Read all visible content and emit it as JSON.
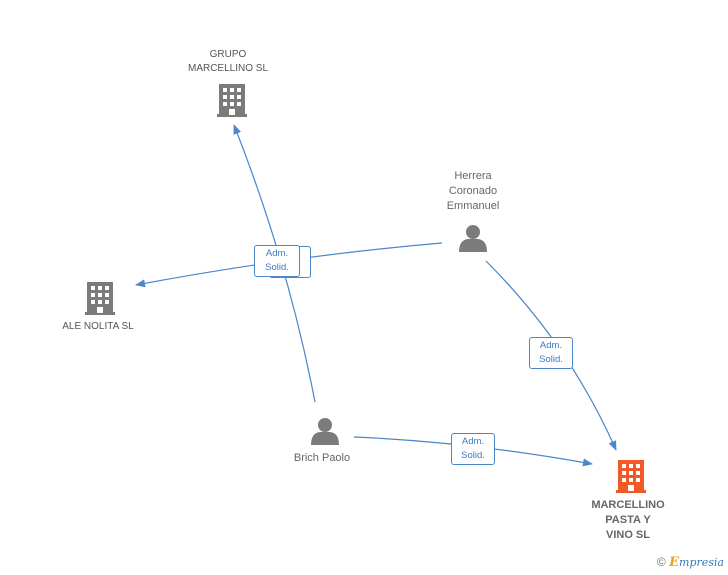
{
  "nodes": {
    "grupo": {
      "label_line1": "GRUPO",
      "label_line2": "MARCELLINO SL",
      "icon": "building-icon"
    },
    "ale": {
      "label": "ALE NOLITA SL",
      "icon": "building-icon"
    },
    "herrera": {
      "label_line1": "Herrera",
      "label_line2": "Coronado",
      "label_line3": "Emmanuel",
      "icon": "person-icon"
    },
    "brich": {
      "label": "Brich Paolo",
      "icon": "person-icon"
    },
    "marcellino": {
      "label_line1": "MARCELLINO",
      "label_line2": "PASTA Y",
      "label_line3": "VINO SL",
      "icon": "building-icon"
    }
  },
  "edge_labels": {
    "center": {
      "line1": "Adm.",
      "line2": "Solid."
    },
    "right": {
      "line1": "Adm.",
      "line2": "Solid."
    },
    "bottom": {
      "line1": "Adm.",
      "line2": "Solid."
    }
  },
  "footer": {
    "copyright_symbol": "©",
    "brand_e": "E",
    "brand_rest": "mpresia"
  },
  "colors": {
    "edge": "#4a86c8",
    "node_gray": "#7b7b7b",
    "main_company": "#f05a28"
  }
}
